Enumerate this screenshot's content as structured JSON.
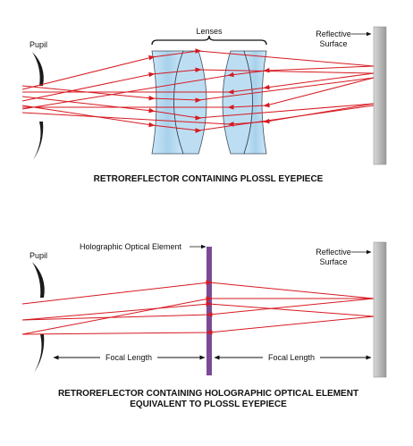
{
  "colors": {
    "ray": "#d71920",
    "lens_fill": "#a9d3ee",
    "lens_edge": "#2c3e50",
    "element": "#7b4a96",
    "surface": "#b9b9b9",
    "pupil": "#1a1a1a"
  },
  "top_diagram": {
    "pupil_label": "Pupil",
    "lenses_label": "Lenses",
    "surface_label_line1": "Reflective",
    "surface_label_line2": "Surface",
    "caption": "RETROREFLECTOR CONTAINING PLOSSL EYEPIECE"
  },
  "bottom_diagram": {
    "pupil_label": "Pupil",
    "element_label": "Holographic Optical Element",
    "surface_label_line1": "Reflective",
    "surface_label_line2": "Surface",
    "focal_length_left": "Focal Length",
    "focal_length_right": "Focal Length",
    "caption_line1": "RETROREFLECTOR CONTAINING HOLOGRAPHIC OPTICAL ELEMENT",
    "caption_line2": "EQUIVALENT TO PLOSSL EYEPIECE"
  }
}
